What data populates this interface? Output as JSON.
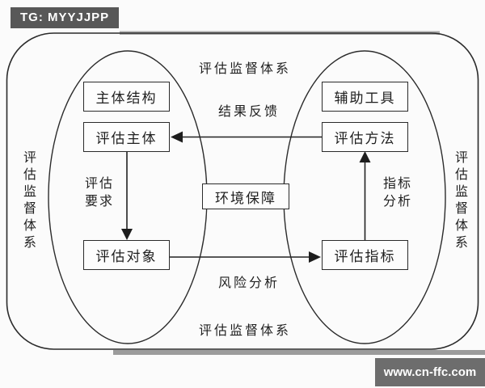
{
  "header": {
    "tg_label": "TG: MYYJJPP"
  },
  "footer": {
    "watermark": "www.cn-ffc.com"
  },
  "colors": {
    "background": "#fbfbfb",
    "line": "#2b2b2b",
    "badge_bg": "#585858",
    "watermark_bg": "#6d6d6d",
    "gray_band": "#a8a8a8"
  },
  "diagram": {
    "title_top": "评估监督体系",
    "title_bottom": "评估监督体系",
    "title_left": "评估监督体系",
    "title_right": "评估监督体系",
    "nodes": {
      "subject_structure": "主体结构",
      "evaluation_subject": "评估主体",
      "evaluation_object": "评估对象",
      "auxiliary_tools": "辅助工具",
      "evaluation_method": "评估方法",
      "evaluation_indicator": "评估指标",
      "environment_support": "环境保障"
    },
    "edge_labels": {
      "result_feedback": "结果反馈",
      "evaluation_requirement_line1": "评估",
      "evaluation_requirement_line2": "要求",
      "risk_analysis": "风险分析",
      "indicator_analysis_line1": "指标",
      "indicator_analysis_line2": "分析"
    },
    "edges": [
      {
        "from": "评估方法",
        "to": "评估主体",
        "label": "结果反馈"
      },
      {
        "from": "评估主体",
        "to": "评估对象",
        "label": "评估要求"
      },
      {
        "from": "评估对象",
        "to": "评估指标",
        "label": "风险分析"
      },
      {
        "from": "评估指标",
        "to": "评估方法",
        "label": "指标分析"
      }
    ]
  }
}
